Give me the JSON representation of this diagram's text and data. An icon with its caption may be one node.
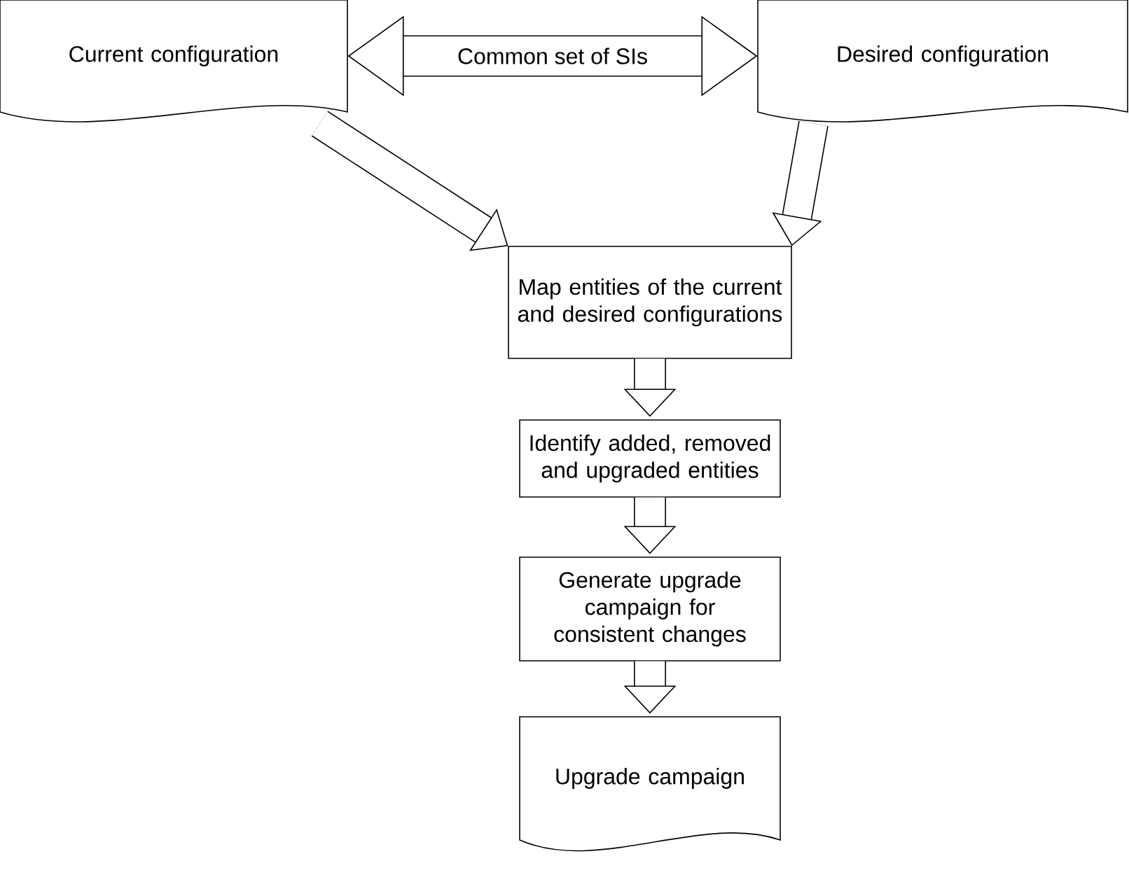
{
  "diagram": {
    "nodes": [
      {
        "text": [
          "Current configuration"
        ]
      },
      {
        "text": [
          "Desired configuration"
        ]
      },
      {
        "text": [
          "Map entities of the current and desired configurations"
        ]
      },
      {
        "text": [
          "Identify added, removed and upgraded entities"
        ]
      },
      {
        "text": [
          "Generate upgrade campaign for consistent changes"
        ]
      },
      {
        "text": [
          "Upgrade campaign"
        ]
      }
    ],
    "edges": [
      {
        "from": 0,
        "to": 1,
        "arrow": "both",
        "label": "Common set of SIs"
      },
      {
        "from": 0,
        "to": 2,
        "arrow": "to"
      },
      {
        "from": 1,
        "to": 2,
        "arrow": "to"
      },
      {
        "from": 2,
        "to": 3,
        "arrow": "to"
      },
      {
        "from": 3,
        "to": 4,
        "arrow": "to"
      },
      {
        "from": 4,
        "to": 5,
        "arrow": "to"
      }
    ]
  }
}
